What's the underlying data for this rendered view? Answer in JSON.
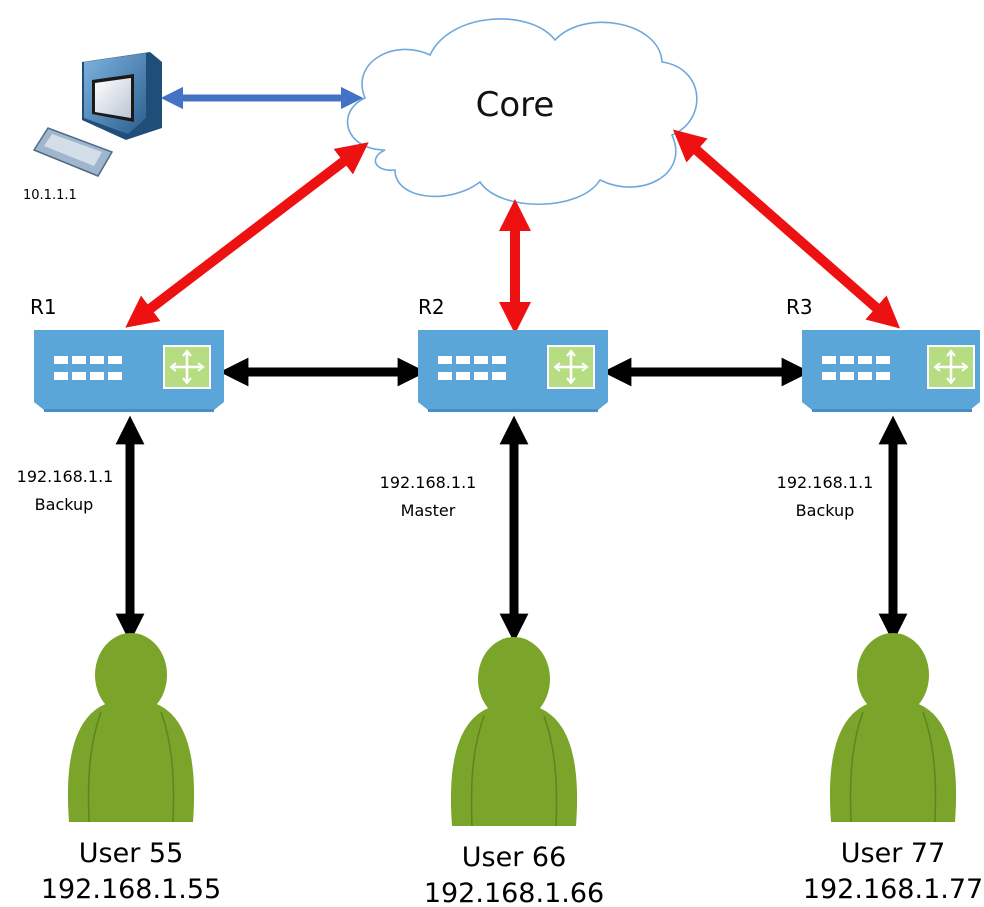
{
  "core": {
    "label": "Core"
  },
  "pc": {
    "ip": "10.1.1.1"
  },
  "routers": [
    {
      "name": "R1",
      "vip": "192.168.1.1",
      "role": "Backup"
    },
    {
      "name": "R2",
      "vip": "192.168.1.1",
      "role": "Master"
    },
    {
      "name": "R3",
      "vip": "192.168.1.1",
      "role": "Backup"
    }
  ],
  "users": [
    {
      "name": "User 55",
      "ip": "192.168.1.55"
    },
    {
      "name": "User 66",
      "ip": "192.168.1.66"
    },
    {
      "name": "User 77",
      "ip": "192.168.1.77"
    }
  ],
  "colors": {
    "uplink": "#ee1111",
    "pc_link": "#4472c4",
    "lan_link": "#000000",
    "router_body": "#5aa6d8",
    "router_module": "#b7dd82",
    "user_fill": "#7aa52a"
  }
}
